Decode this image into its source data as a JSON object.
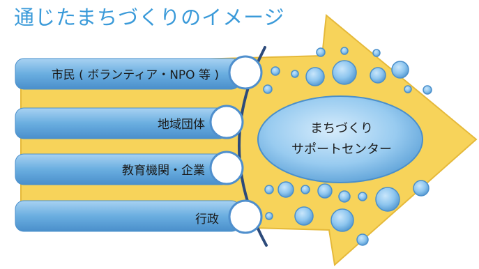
{
  "title": "通じたまちづくりのイメージ",
  "participants": [
    {
      "label": "市民 ( ボランティア・NPO 等 )"
    },
    {
      "label": "地域団体"
    },
    {
      "label": "教育機関・企業"
    },
    {
      "label": "行政"
    }
  ],
  "center": {
    "line1": "まちづくり",
    "line2": "サポートセンター"
  },
  "colors": {
    "title": "#3a9ad9",
    "arrow_fill": "#f7d35a",
    "bar_fill": "#6aaee0",
    "circle_fill": "#8ec6ef",
    "curve": "#2c4a7a"
  }
}
